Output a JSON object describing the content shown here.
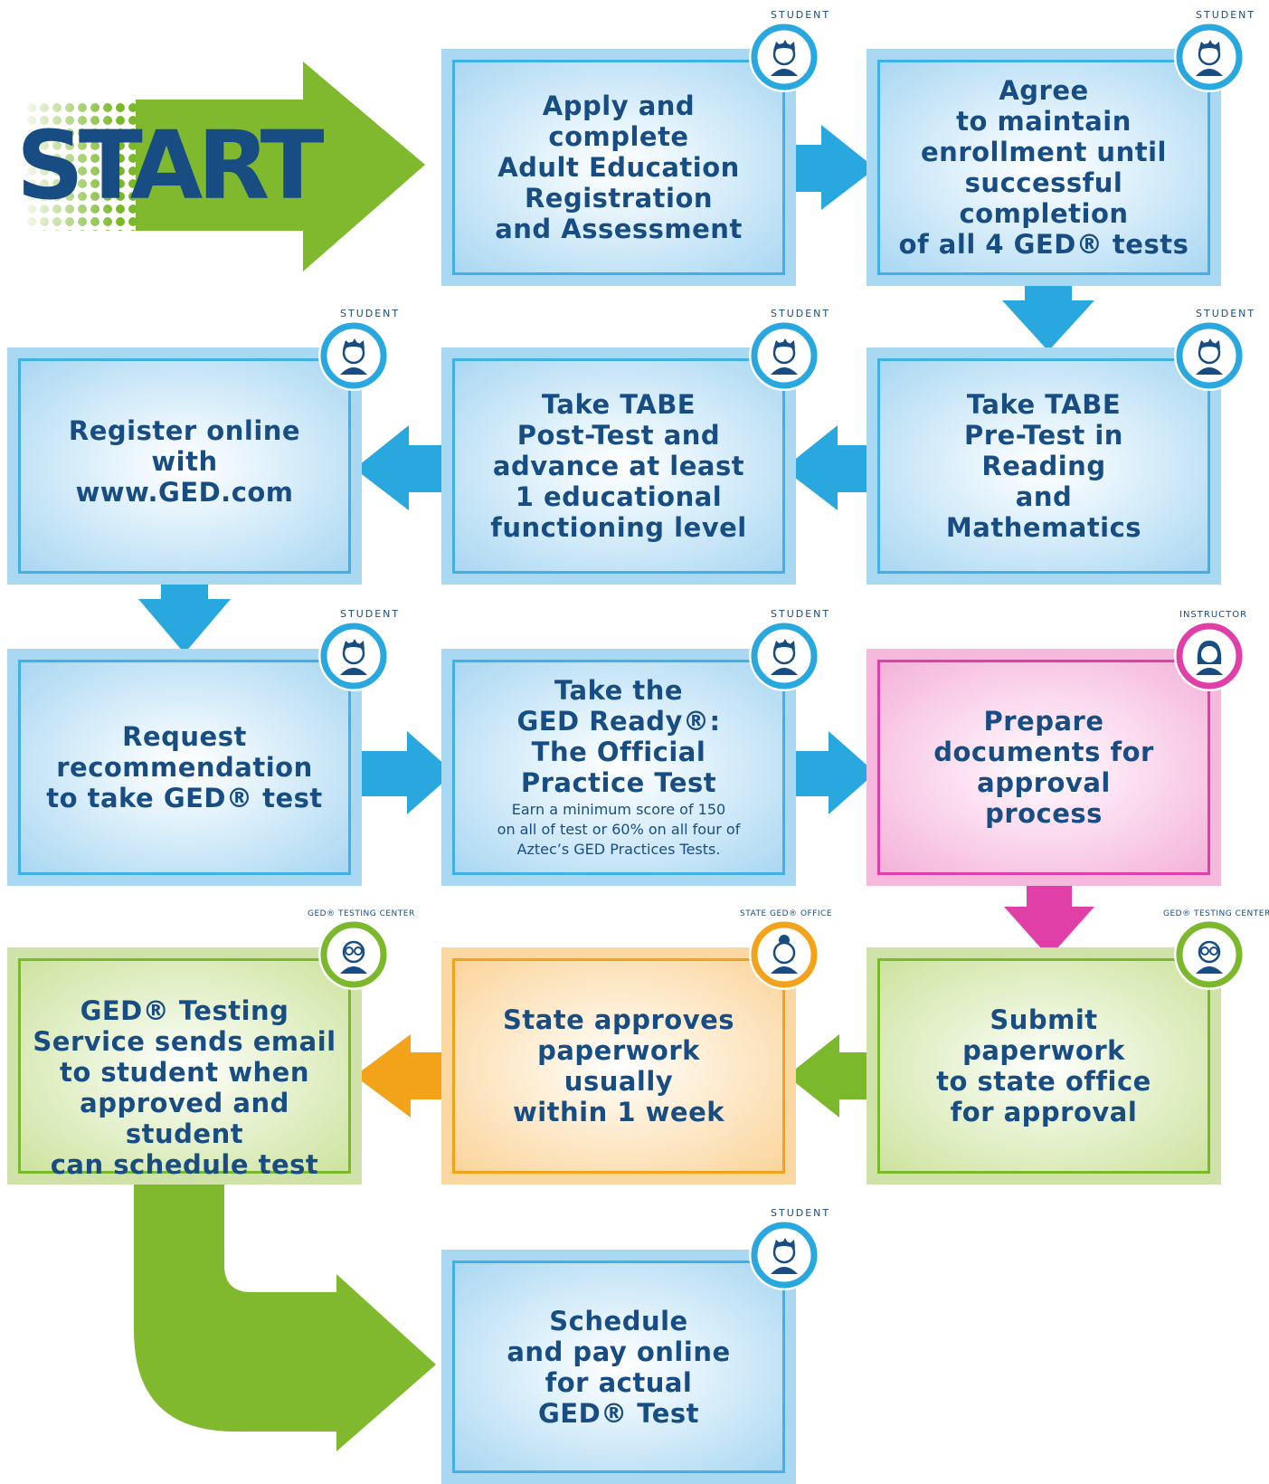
{
  "start_label": "START",
  "colors": {
    "blue": "#29a8e0",
    "navy": "#174d83",
    "pink": "#df3fa7",
    "green": "#7cb82c",
    "orange": "#f3a31a"
  },
  "steps": [
    {
      "id": "apply",
      "text": "Apply and\ncomplete\nAdult Education\nRegistration\nand Assessment",
      "role": "student"
    },
    {
      "id": "agree",
      "text": "Agree\nto maintain\nenrollment until\nsuccessful\ncompletion\nof all 4 GED® tests",
      "role": "student"
    },
    {
      "id": "pretest",
      "text": "Take TABE\nPre-Test in\nReading\nand\nMathematics",
      "role": "student"
    },
    {
      "id": "posttest",
      "text": "Take TABE\nPost-Test and\nadvance at least\n1 educational\nfunctioning level",
      "role": "student"
    },
    {
      "id": "register",
      "text": "Register online\nwith\nwww.GED.com",
      "role": "student"
    },
    {
      "id": "request",
      "text": "Request\nrecommendation\nto take GED® test",
      "role": "student"
    },
    {
      "id": "ready",
      "text": "Take the\nGED Ready®:\nThe Official\nPractice Test",
      "note": "Earn a minimum score of 150\non all of test or 60% on all four of\nAztec’s GED Practices Tests.",
      "role": "student"
    },
    {
      "id": "prepare",
      "text": "Prepare\ndocuments for\napproval\nprocess",
      "role": "instructor"
    },
    {
      "id": "submit",
      "text": "Submit\npaperwork\nto state office\nfor approval",
      "role": "testing"
    },
    {
      "id": "state",
      "text": "State approves\npaperwork\nusually\nwithin 1 week",
      "role": "office"
    },
    {
      "id": "gedservice",
      "text": "GED® Testing\nService sends email\nto student when\napproved and student\ncan schedule test",
      "role": "testing"
    },
    {
      "id": "schedule",
      "text": "Schedule\nand pay online\nfor actual\nGED® Test",
      "role": "student"
    }
  ],
  "badges": {
    "student": {
      "label": "STUDENT",
      "icon": "student-icon",
      "color": "#29a8e0"
    },
    "instructor": {
      "label": "INSTRUCTOR",
      "icon": "instructor-icon",
      "color": "#df3fa7"
    },
    "testing": {
      "label": "GED® TESTING CENTER",
      "icon": "testing-center-icon",
      "color": "#7cb82c"
    },
    "office": {
      "label": "STATE GED® OFFICE",
      "icon": "state-office-icon",
      "color": "#f3a31a"
    }
  }
}
